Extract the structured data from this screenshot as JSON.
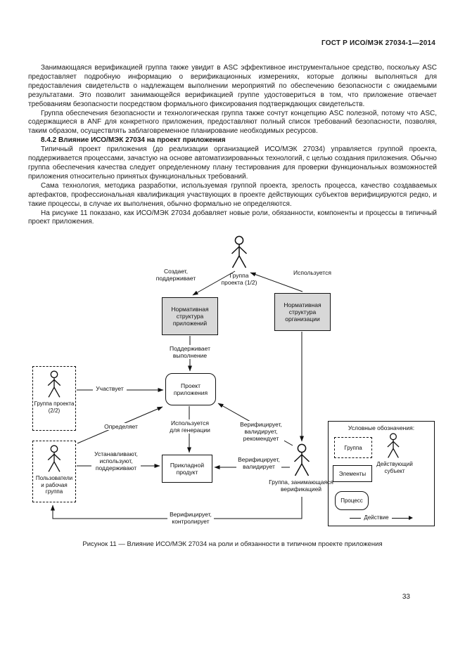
{
  "header": {
    "doc_code": "ГОСТ Р ИСО/МЭК 27034-1—2014"
  },
  "content": {
    "p1": "Занимающаяся верификацией группа также увидит в ASC эффективное инструментальное средство, поскольку ASC предоставляет подробную информацию о верификационных измерениях, которые должны выполняться для предоставления свидетельств о надлежащем выполнении мероприятий по обеспечению безопасности с ожидаемыми результатами. Это позволит занимающейся верификацией группе удостовериться в том, что приложение отвечает требованиям безопасности посредством формального фиксирования подтверждающих свидетельств.",
    "p2": "Группа обеспечения безопасности и технологическая группа также сочтут концепцию ASC полезной, потому что ASC, содержащиеся в ANF для конкретного приложения, предоставляют полный список требований безопасности, позволяя, таким образом, осуществлять заблаговременное планирование необходимых ресурсов.",
    "heading": "8.4.2 Влияние ИСО/МЭК 27034 на проект приложения",
    "p3": "Типичный проект приложения (до реализации организацией ИСО/МЭК 27034) управляется группой проекта, поддерживается процессами, зачастую на основе автоматизированных технологий, с целью создания приложения. Обычно группа обеспечения качества следует определенному плану тестирования для проверки функциональных возможностей приложения относительно принятых функциональных требований.",
    "p4": "Сама технология, методика разработки, используемая группой проекта, зрелость процесса, качество создаваемых артефактов, профессиональная квалификация участвующих в проекте действующих субъектов верифицируются редко, и такие процессы, в случае их выполнения, обычно формально не определяются.",
    "p5": "На рисунке 11 показано, как ИСО/МЭК 27034 добавляет новые роли, обязанности, компоненты и процессы в типичный проект приложения.",
    "caption": "Рисунок 11 — Влияние ИСО/МЭК 27034 на роли и обязанности в типичном проекте приложения",
    "page_number": "33"
  },
  "diagram": {
    "nodes": {
      "team1": "Группа проекта (1/2)",
      "team2": "Группа проекта (2/2)",
      "users": "Пользователи и рабочая группа",
      "verif_team": "Группа, занимающаяся верификацией",
      "anf_app": "Нормативная структура приложений",
      "anf_org": "Нормативная структура организации",
      "app_project": "Проект приложения",
      "app_product": "Прикладной продукт"
    },
    "edges": {
      "creates": "Создает, поддерживает",
      "is_used": "Используется",
      "supports": "Поддерживает выполнение",
      "participates": "Участвует",
      "defines": "Определяет",
      "establish": "Устанавливают, используют, поддерживают",
      "generation": "Используется для генерации",
      "verify_recommend": "Верифицирует, валидирует, рекомендует",
      "verify_validate": "Верифицирует, валидирует",
      "verify_control": "Верифицирует, контролирует"
    },
    "legend": {
      "title": "Условные обозначения:",
      "group": "Группа",
      "actor": "Действующий субъект",
      "elements": "Элементы",
      "process": "Процесс",
      "action": "Действие"
    },
    "icons": {
      "person": "stick-figure-actor"
    },
    "colors": {
      "node_fill_gray": "#d8d8d8",
      "ink": "#111111",
      "background": "#ffffff"
    }
  }
}
